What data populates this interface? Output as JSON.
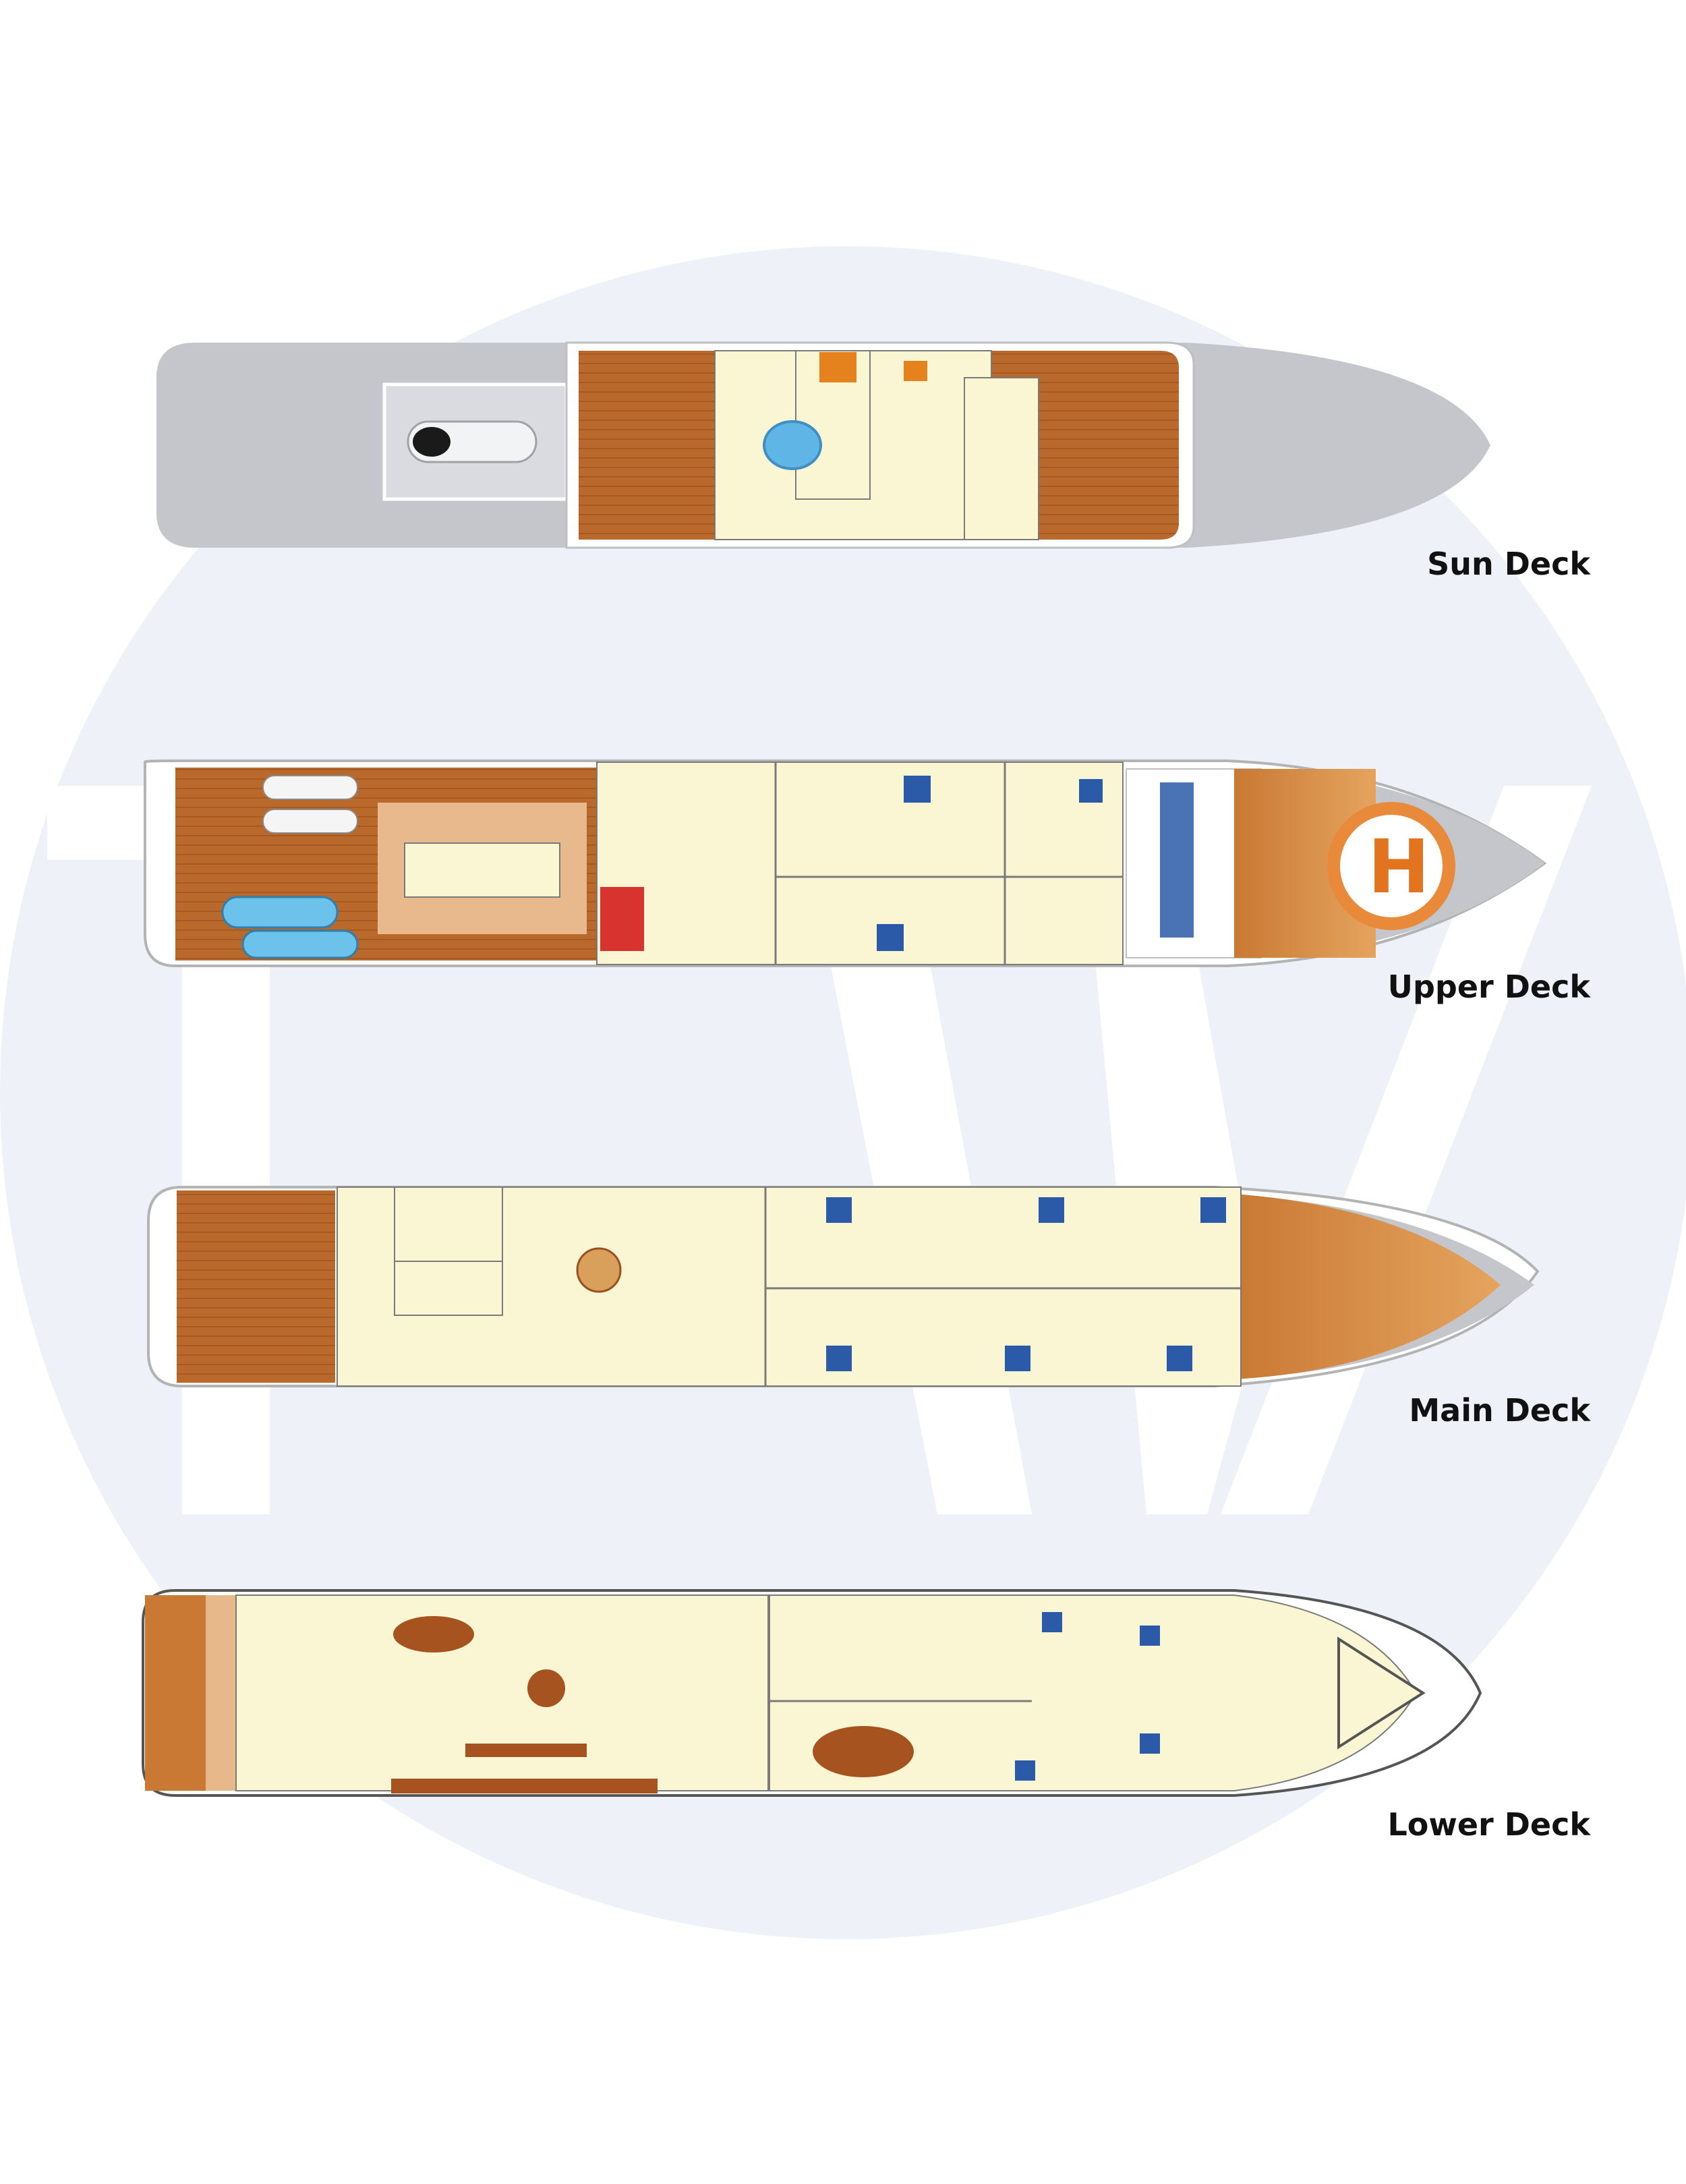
{
  "decks": {
    "sun": {
      "label": "Sun Deck"
    },
    "upper": {
      "label": "Upper Deck"
    },
    "main": {
      "label": "Main Deck"
    },
    "lower": {
      "label": "Lower Deck"
    }
  },
  "helipad": {
    "letter": "H"
  },
  "watermark": {
    "text": "TW"
  },
  "colors": {
    "teak": "#b8692b",
    "teak_light": "#d98f4a",
    "interior": "#faf5d2",
    "hull_grey": "#c4c6cb",
    "watermark": "#eef1f7",
    "furniture": "#9c4f1e",
    "bed_blue": "#2a5aa8",
    "pool": "#5fb6e6",
    "helipad_orange": "#e98a3b",
    "accent_red": "#d8332e",
    "accent_orange": "#e6821e",
    "tender_blue": "#6cc2ea"
  }
}
